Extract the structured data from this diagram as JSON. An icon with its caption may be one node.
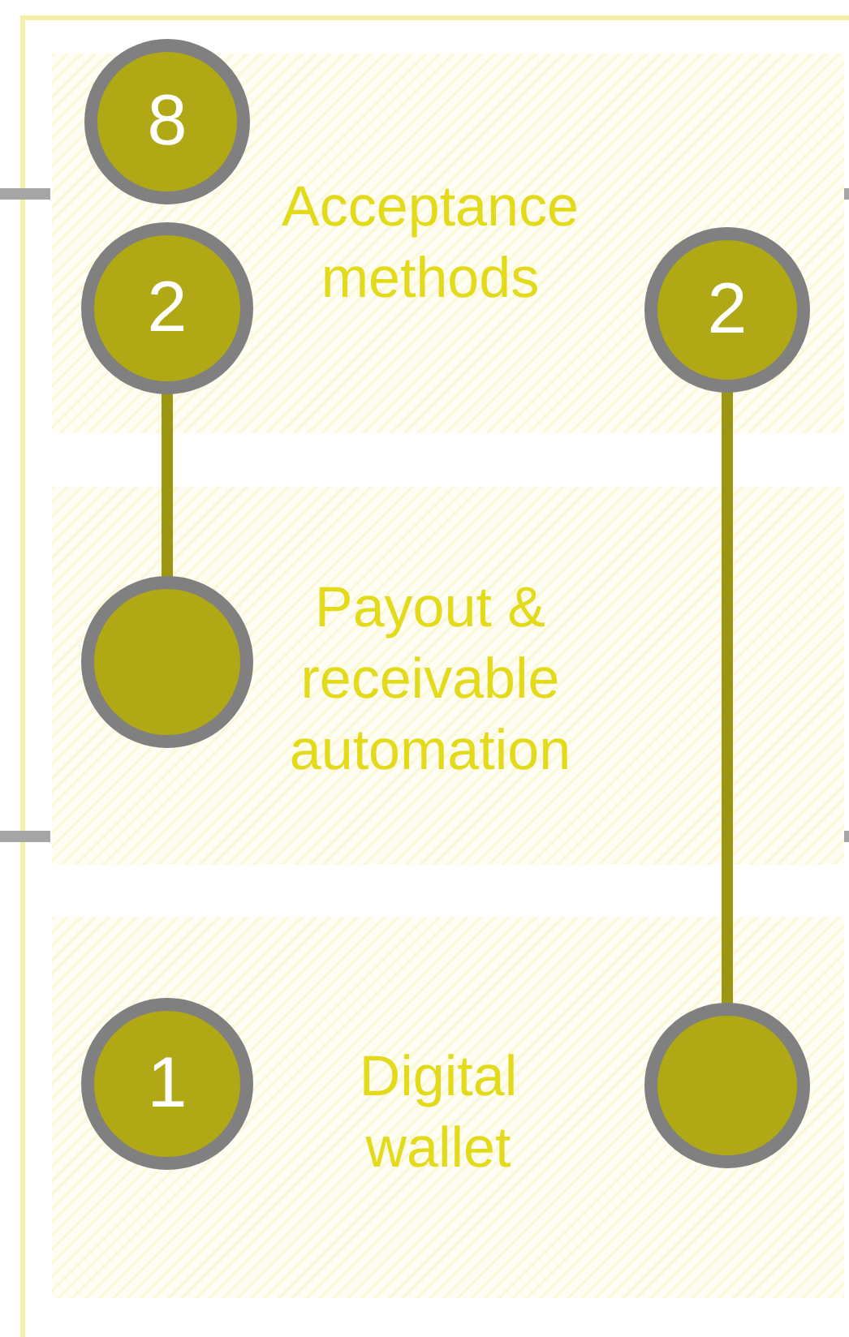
{
  "diagram": {
    "nodes": [
      {
        "text": [
          "Acceptance methods"
        ]
      },
      {
        "text": [
          "8"
        ],
        "in": 0
      },
      {
        "text": [
          "2"
        ],
        "in": 0
      },
      {
        "text": [
          "2"
        ],
        "in": 0
      },
      {
        "text": [
          "Payout & receivable automation"
        ]
      },
      {
        "text": [],
        "shape": "circle",
        "in": 4
      },
      {
        "text": [
          "Digital wallet"
        ]
      },
      {
        "text": [
          "1"
        ],
        "in": 6
      },
      {
        "text": [],
        "shape": "circle",
        "in": 6
      }
    ],
    "edges": [
      {
        "from": 2,
        "to": 5,
        "arrow": "none"
      },
      {
        "from": 3,
        "to": 8,
        "arrow": "none"
      }
    ]
  }
}
